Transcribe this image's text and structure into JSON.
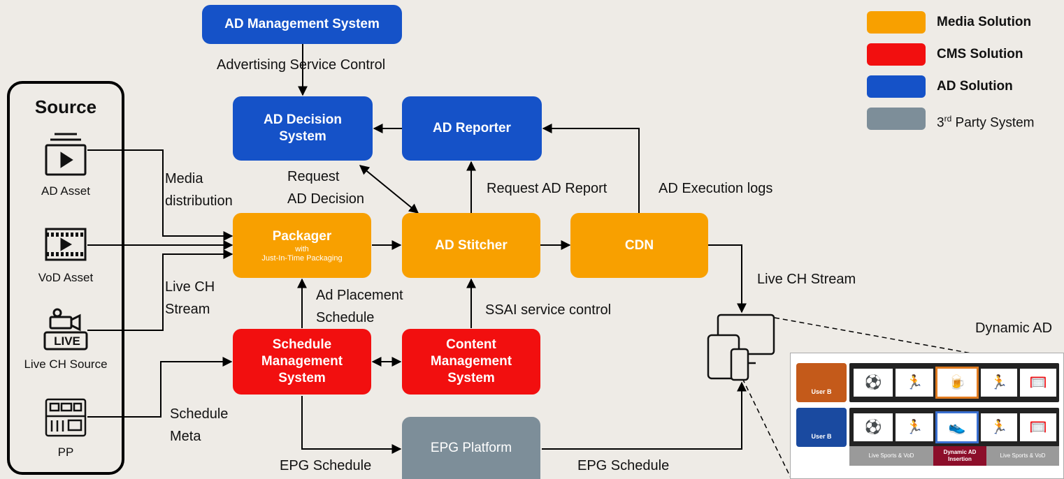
{
  "boxes": {
    "ad_mgmt": "AD Management System",
    "ad_decision": "AD Decision System",
    "ad_reporter": "AD Reporter",
    "packager": "Packager",
    "packager_sub1": "with",
    "packager_sub2": "Just-In-Time Packaging",
    "ad_stitcher": "AD Stitcher",
    "cdn": "CDN",
    "schedule_mgmt": "Schedule Management System",
    "content_mgmt": "Content Management System",
    "epg": "EPG Platform"
  },
  "labels": {
    "ad_service_control": "Advertising Service Control",
    "media_distribution_1": "Media",
    "media_distribution_2": "distribution",
    "request_ad_decision_1": "Request",
    "request_ad_decision_2": "AD Decision",
    "request_ad_report": "Request AD Report",
    "ad_execution_logs": "AD Execution logs",
    "live_ch_stream_left_1": "Live CH",
    "live_ch_stream_left_2": "Stream",
    "ad_placement_1": "Ad Placement",
    "ad_placement_2": "Schedule",
    "ssai_control": "SSAI service control",
    "live_ch_stream_right": "Live CH Stream",
    "schedule_meta_1": "Schedule",
    "schedule_meta_2": "Meta",
    "epg_schedule_left": "EPG Schedule",
    "epg_schedule_right": "EPG Schedule",
    "dynamic_ad": "Dynamic AD"
  },
  "source": {
    "title": "Source",
    "items": [
      {
        "label": "AD Asset",
        "icon": "ad-asset-icon"
      },
      {
        "label": "VoD Asset",
        "icon": "vod-asset-icon"
      },
      {
        "label": "Live CH Source",
        "icon": "live-camera-icon"
      },
      {
        "label": "PP",
        "icon": "control-panel-icon"
      }
    ],
    "live_badge": "LIVE"
  },
  "legend": [
    {
      "label": "Media Solution",
      "color": "#f8a000"
    },
    {
      "label": "CMS Solution",
      "color": "#f20f0f"
    },
    {
      "label": "AD Solution",
      "color": "#1552c8"
    },
    {
      "label_main": "3",
      "label_sup": "rd",
      "label_rest": " Party System",
      "color": "#7d8e99"
    }
  ],
  "mockup": {
    "user_a": "User B",
    "user_b": "User B",
    "seg_left": "Live Sports  & VoD",
    "seg_mid_1": "Dynamic AD",
    "seg_mid_2": "Insertion",
    "seg_right": "Live Sports  & VoD"
  },
  "colors": {
    "media": "#f8a000",
    "cms": "#f20f0f",
    "ad": "#1552c8",
    "third_party": "#7d8e99",
    "background": "#eeebe6"
  }
}
